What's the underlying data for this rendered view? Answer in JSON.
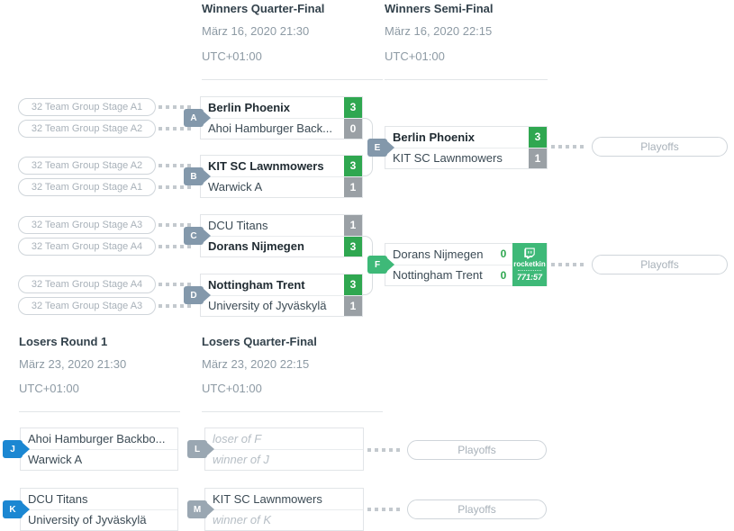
{
  "rounds": {
    "winners_quarter_final": {
      "title": "Winners Quarter-Final",
      "date": "März 16, 2020 21:30",
      "timezone": "UTC+01:00"
    },
    "winners_semi_final": {
      "title": "Winners Semi-Final",
      "date": "März 16, 2020 22:15",
      "timezone": "UTC+01:00"
    },
    "losers_round_1": {
      "title": "Losers Round 1",
      "date": "März 23, 2020 21:30",
      "timezone": "UTC+01:00"
    },
    "losers_quarter_final": {
      "title": "Losers Quarter-Final",
      "date": "März 23, 2020 22:15",
      "timezone": "UTC+01:00"
    }
  },
  "playoffs_label": "Playoffs",
  "matches": {
    "a": {
      "letter": "A",
      "sources": [
        "32 Team Group Stage A1",
        "32 Team Group Stage A2"
      ],
      "teams": [
        {
          "name": "Berlin Phoenix",
          "score": "3"
        },
        {
          "name": "Ahoi Hamburger Back...",
          "score": "0"
        }
      ]
    },
    "b": {
      "letter": "B",
      "sources": [
        "32 Team Group Stage A2",
        "32 Team Group Stage A1"
      ],
      "teams": [
        {
          "name": "KIT SC Lawnmowers",
          "score": "3"
        },
        {
          "name": "Warwick A",
          "score": "1"
        }
      ]
    },
    "c": {
      "letter": "C",
      "sources": [
        "32 Team Group Stage A3",
        "32 Team Group Stage A4"
      ],
      "teams": [
        {
          "name": "DCU Titans",
          "score": "1"
        },
        {
          "name": "Dorans Nijmegen",
          "score": "3"
        }
      ]
    },
    "d": {
      "letter": "D",
      "sources": [
        "32 Team Group Stage A4",
        "32 Team Group Stage A3"
      ],
      "teams": [
        {
          "name": "Nottingham Trent",
          "score": "3"
        },
        {
          "name": "University of Jyväskylä",
          "score": "1"
        }
      ]
    },
    "e": {
      "letter": "E",
      "teams": [
        {
          "name": "Berlin Phoenix",
          "score": "3"
        },
        {
          "name": "KIT SC Lawnmowers",
          "score": "1"
        }
      ]
    },
    "f": {
      "letter": "F",
      "teams": [
        {
          "name": "Dorans Nijmegen",
          "score": "0"
        },
        {
          "name": "Nottingham Trent",
          "score": "0"
        }
      ],
      "stream": {
        "channel": "rocketkin",
        "time": "771:57"
      }
    },
    "j": {
      "letter": "J",
      "teams": [
        {
          "name": "Ahoi Hamburger Backbo..."
        },
        {
          "name": "Warwick A"
        }
      ]
    },
    "k": {
      "letter": "K",
      "teams": [
        {
          "name": "DCU Titans"
        },
        {
          "name": "University of Jyväskylä"
        }
      ]
    },
    "l": {
      "letter": "L",
      "teams": [
        {
          "name": "loser of F"
        },
        {
          "name": "winner of J"
        }
      ]
    },
    "m": {
      "letter": "M",
      "teams": [
        {
          "name": "KIT SC Lawnmowers"
        },
        {
          "name": "winner of K"
        }
      ]
    }
  }
}
